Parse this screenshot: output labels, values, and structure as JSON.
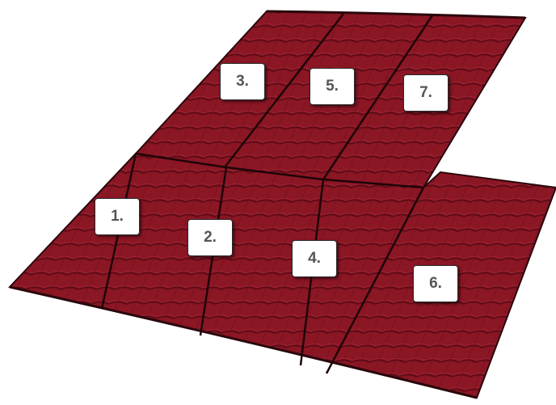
{
  "roof": {
    "sheet_color": "#8b1624",
    "seam_color": "#3a0a10",
    "sheets": [
      {
        "label": "1."
      },
      {
        "label": "2."
      },
      {
        "label": "3."
      },
      {
        "label": "4."
      },
      {
        "label": "5."
      },
      {
        "label": "6."
      },
      {
        "label": "7."
      }
    ]
  }
}
